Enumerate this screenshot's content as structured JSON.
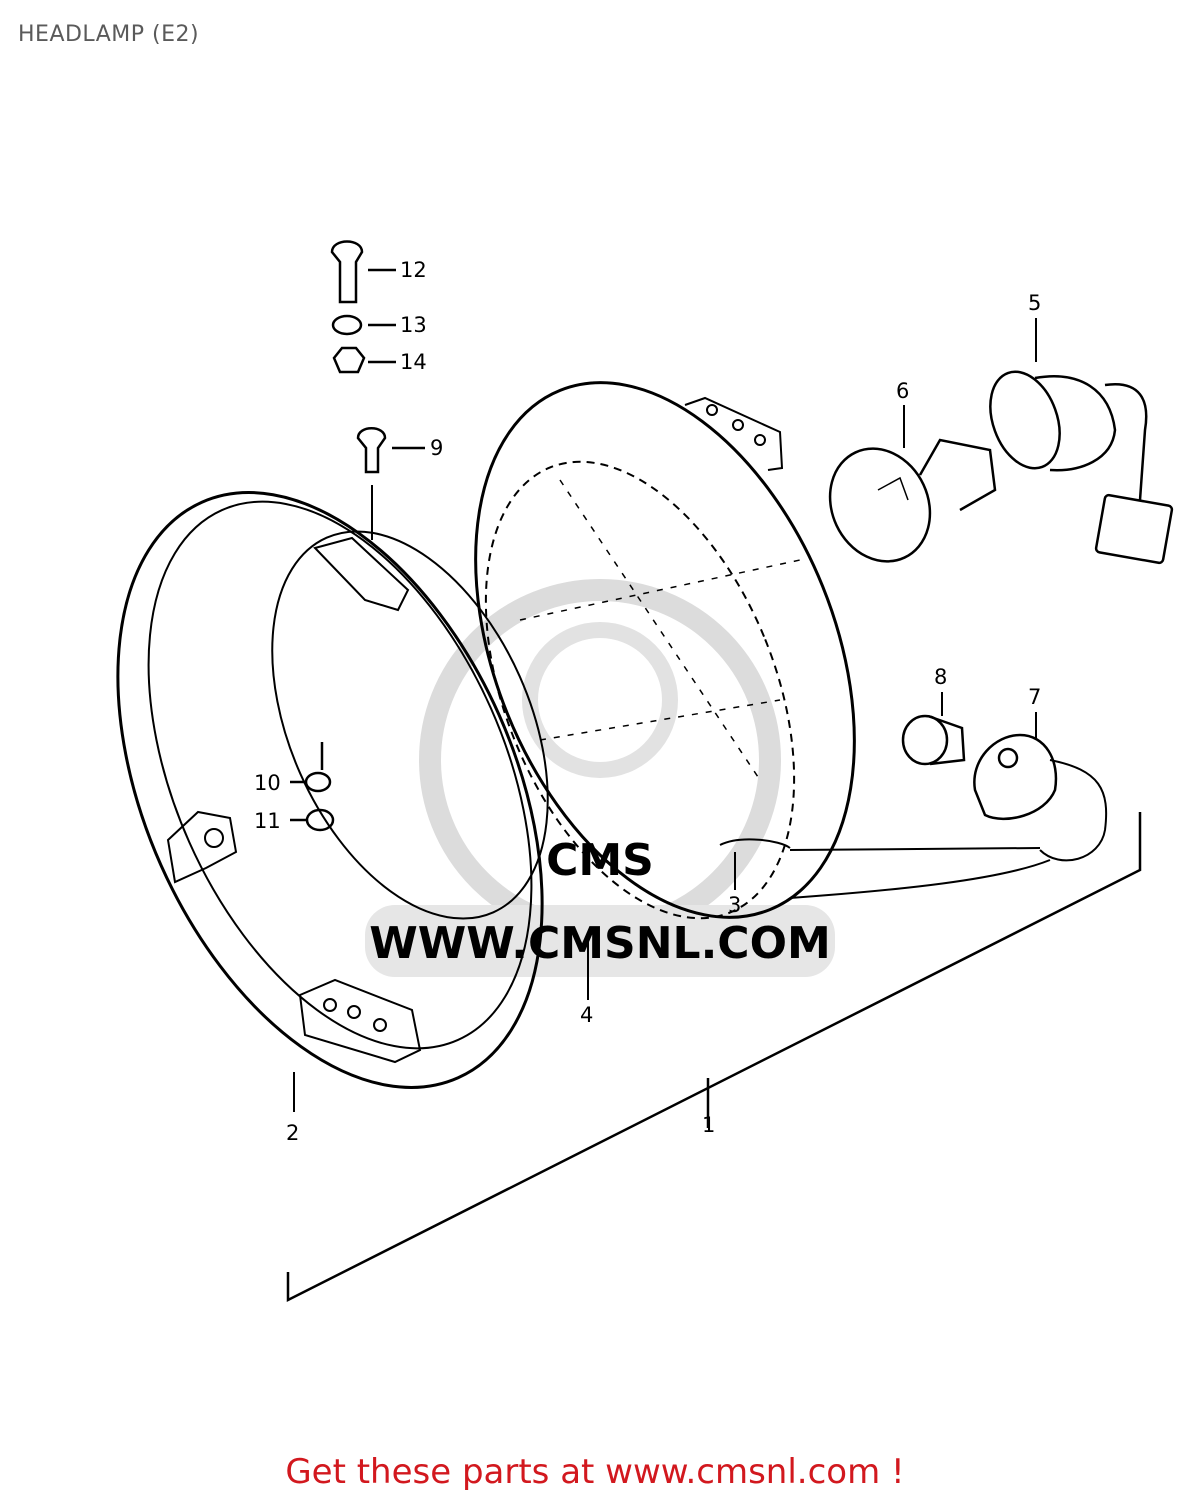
{
  "header": {
    "title": "HEADLAMP (E2)"
  },
  "parts": [
    {
      "number": "1"
    },
    {
      "number": "2"
    },
    {
      "number": "3"
    },
    {
      "number": "4"
    },
    {
      "number": "5"
    },
    {
      "number": "6"
    },
    {
      "number": "7"
    },
    {
      "number": "8"
    },
    {
      "number": "9"
    },
    {
      "number": "10"
    },
    {
      "number": "11"
    },
    {
      "number": "12"
    },
    {
      "number": "13"
    },
    {
      "number": "14"
    }
  ],
  "watermark": {
    "logo_text": "CMS",
    "url_text": "WWW.CMSNL.COM"
  },
  "footer": {
    "cta_text": "Get these parts at www.cmsnl.com !"
  },
  "colors": {
    "title": "#5a5a5a",
    "cta": "#d2181e",
    "linework": "#000000",
    "watermark": "#d4d4d4"
  }
}
